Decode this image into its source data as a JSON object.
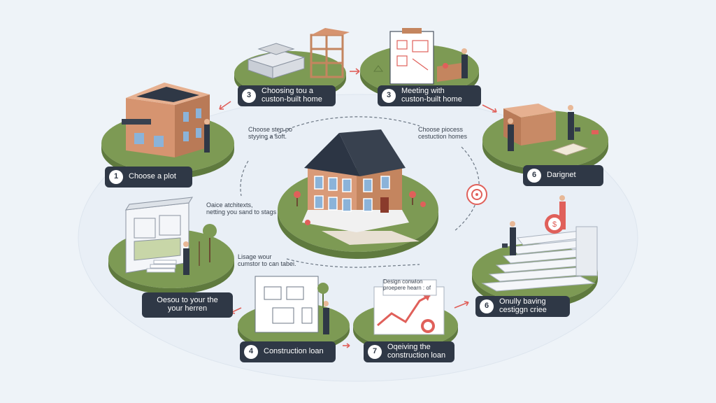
{
  "steps": [
    {
      "num": "1",
      "text": "Choose a plot"
    },
    {
      "num": "3",
      "text": "Choosing tou a\ncuston-built home"
    },
    {
      "num": "3",
      "text": "Meeting with\ncuston-built home"
    },
    {
      "num": "6",
      "text": "Darignet"
    },
    {
      "num": "6",
      "text": "Onully baving\ncestiggn criee"
    },
    {
      "num": "7",
      "text": "Oqeiving the\nconstruction loan"
    },
    {
      "num": "4",
      "text": "Construction loan"
    },
    {
      "num": "",
      "text": "Oesou to your the\nyour herren"
    }
  ],
  "notes": {
    "top_left": "Choose step po\nstyying a soft.",
    "top_right": "Choose piocess\ncestuction homes",
    "mid_left": "Oaice atchitexts,\nnetting you sand to stags",
    "lower_left": "Lisage wour\ncumstor to can tabei.",
    "design": "Design conwion\nproepere hearn : of"
  },
  "colors": {
    "background": "#eef3f8",
    "label_bg": "#2f3846",
    "grass": "#7d9a54",
    "accent": "#e0605a"
  }
}
